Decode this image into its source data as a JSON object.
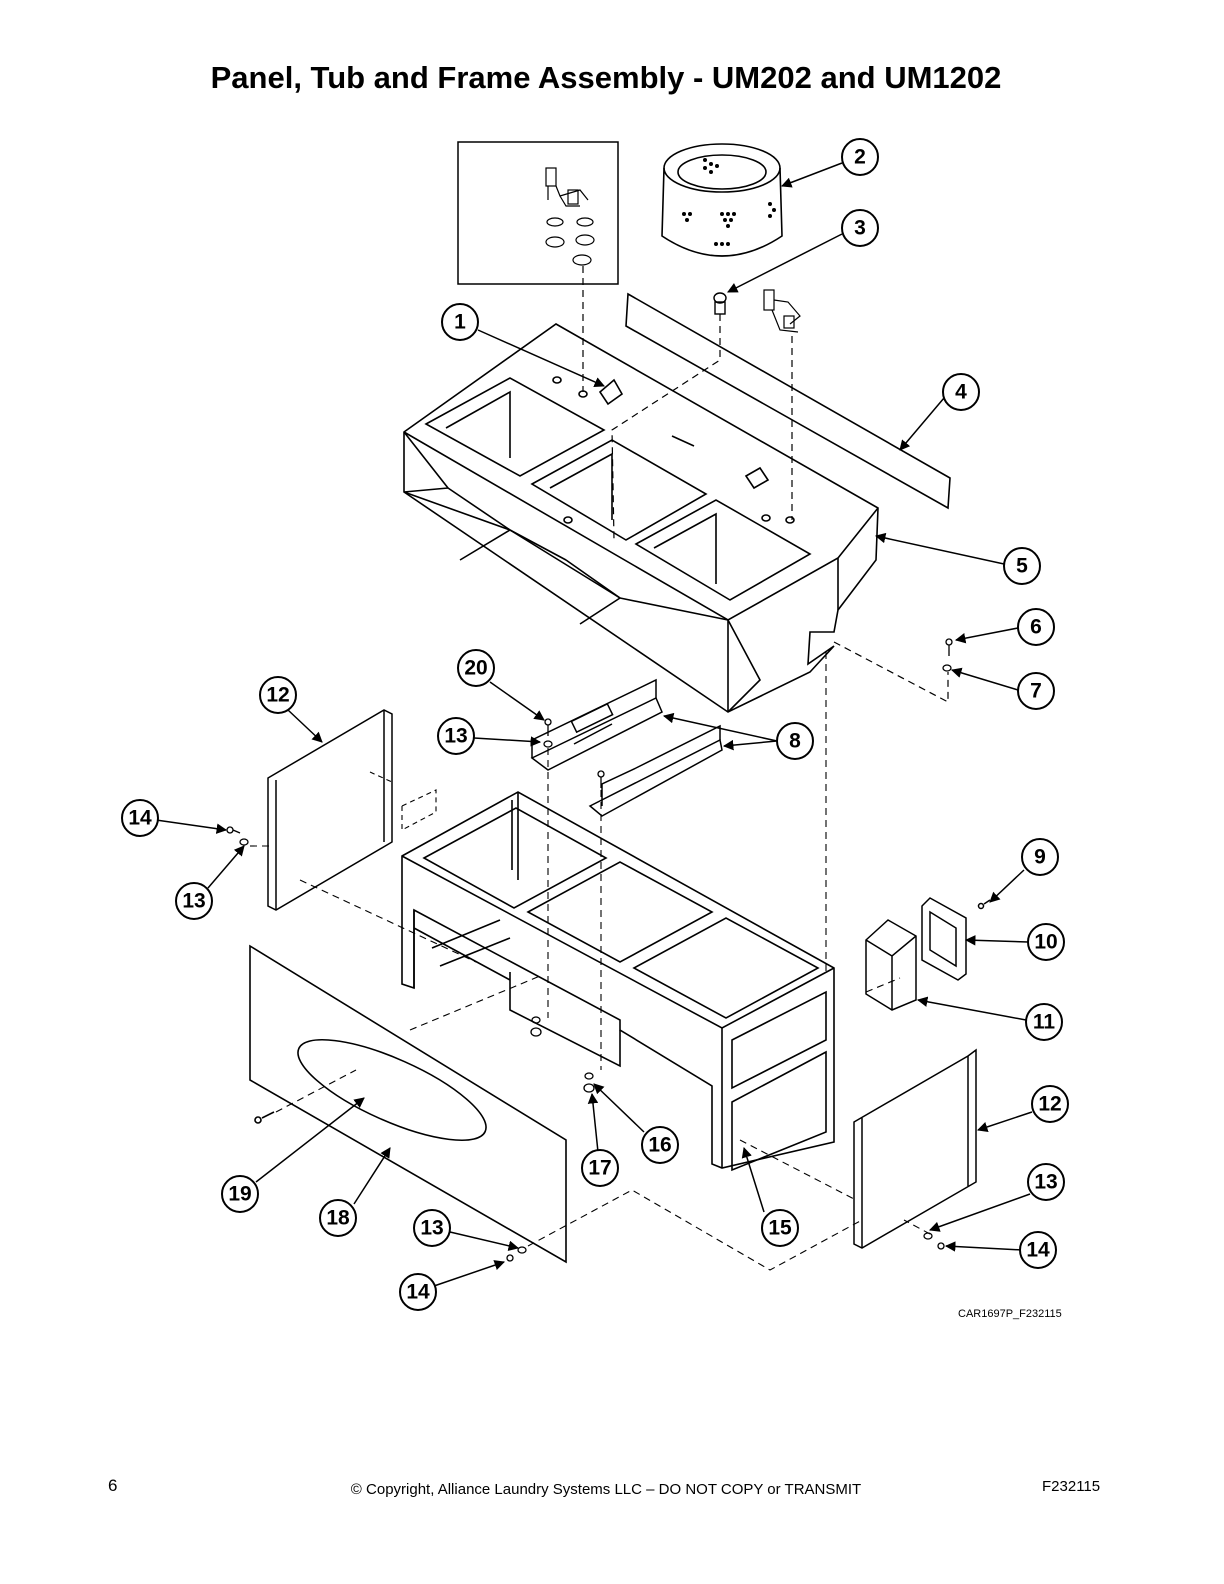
{
  "title": "Panel, Tub and Frame Assembly - UM202 and UM1202",
  "callouts": [
    "1",
    "2",
    "3",
    "4",
    "5",
    "6",
    "7",
    "8",
    "9",
    "10",
    "11",
    "12",
    "12",
    "13",
    "13",
    "13",
    "13",
    "14",
    "14",
    "14",
    "15",
    "16",
    "17",
    "18",
    "19",
    "20"
  ],
  "drawing_code": "CAR1697P_F232115",
  "footer": {
    "page_number": "6",
    "copyright": "© Copyright, Alliance Laundry Systems LLC – DO NOT COPY or TRANSMIT",
    "doc_code": "F232115"
  },
  "colors": {
    "ink": "#000000",
    "paper": "#ffffff"
  }
}
